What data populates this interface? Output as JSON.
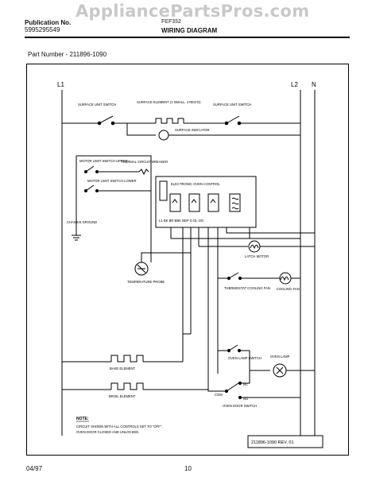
{
  "header": {
    "watermark": "AppliancePartsPros.com",
    "publication_label": "Publication No.",
    "publication_number": "5995295549",
    "model_label": "FEF352",
    "title": "WIRING DIAGRAM",
    "part_number": "Part Number - 211896-1090"
  },
  "diagram": {
    "l1": "L1",
    "l2": "L2",
    "n": "N",
    "surface_unit_switch_left": "SURFACE UNIT SWITCH",
    "surface_element": "SURFACE ELEMENT (1 SMALL, 4 REG'D)",
    "surface_unit_switch_right": "SURFACE UNIT SWITCH",
    "surface_indicator": "SURFACE INDICATOR",
    "motor_limit_switch_upper": "MOTOR LIMIT SWITCH UPPER",
    "thermal_circuit_breaker": "THERMAL CIRCUIT BREAKER",
    "motor_limit_switch_lower": "MOTOR LIMIT SWITCH LOWER",
    "electronic_oven_control": "ELECTRONIC OVEN CONTROL",
    "terminals": "L1  BK  BR  BBK  BDP  O  DL  OO",
    "chassis_ground": "CHASSIS GROUND",
    "latch_motor": "LATCH MOTOR",
    "temperature_probe": "TEMPERATURE PROBE",
    "thermostat_cooling_fan": "THERMOSTAT COOLING FAN",
    "cooling_fan": "COOLING FAN",
    "oven_lamp_switch": "OVEN LAMP SWITCH",
    "bake_element": "BAKE ELEMENT",
    "oven_lamp": "OVEN LAMP",
    "broil_element": "BROIL ELEMENT",
    "com": "COM",
    "nc": "NC",
    "no": "NO",
    "oven_door_switch": "OVEN DOOR SWITCH",
    "note_title": "NOTE:",
    "note_line1": "CIRCUIT SHOWN WITH ALL CONTROLS SET TO \"OFF\".",
    "note_line2": "OVEN DOOR CLOSED AND UNLOCKED.",
    "rev_box": "211896-1090 REV. 01"
  },
  "footer": {
    "date": "04/97",
    "page": "10"
  }
}
